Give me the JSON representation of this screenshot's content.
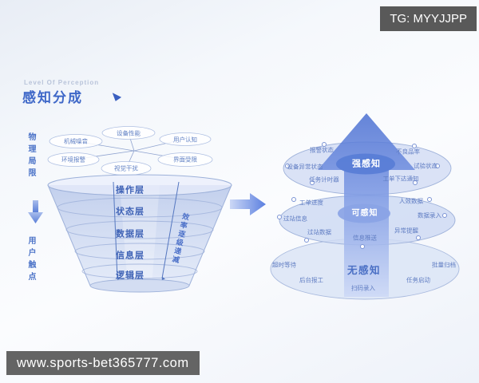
{
  "watermarks": {
    "telegram": "TG: MYYJJPP",
    "website": "www.sports-bet365777.com"
  },
  "header": {
    "subtitle": "Level Of Perception",
    "title": "感知分成"
  },
  "left_axis": {
    "top": "物理局限",
    "bottom": "用户触点"
  },
  "funnel": {
    "factors": [
      "机械噪音",
      "设备性能",
      "用户认知",
      "环境报警",
      "视觉干扰",
      "界面受限"
    ],
    "layers": [
      "操作层",
      "状态层",
      "数据层",
      "信息层",
      "逻辑层"
    ],
    "side_note": "效率逐级递减"
  },
  "pyramid": {
    "levels": [
      {
        "label": "强感知",
        "items": [
          "报警状态",
          "设备异常状态",
          "任务计时器",
          "不良品率",
          "试验状态",
          "工单下达通知"
        ]
      },
      {
        "label": "可感知",
        "items": [
          "工单进度",
          "过站信息",
          "过站数据",
          "信息推送",
          "人效数据",
          "数据录入",
          "异常提醒"
        ]
      },
      {
        "label": "无感知",
        "items": [
          "超时等待",
          "后台报工",
          "扫码录入",
          "任务启动",
          "批量归档"
        ]
      }
    ]
  },
  "colors": {
    "accent_blue": "#3f68c8",
    "arrow_blue": "#4a6fd2",
    "strong_badge": "#587dd6",
    "perceivable_badge": "#8aa3e6",
    "watermark_bg": "#595959"
  }
}
